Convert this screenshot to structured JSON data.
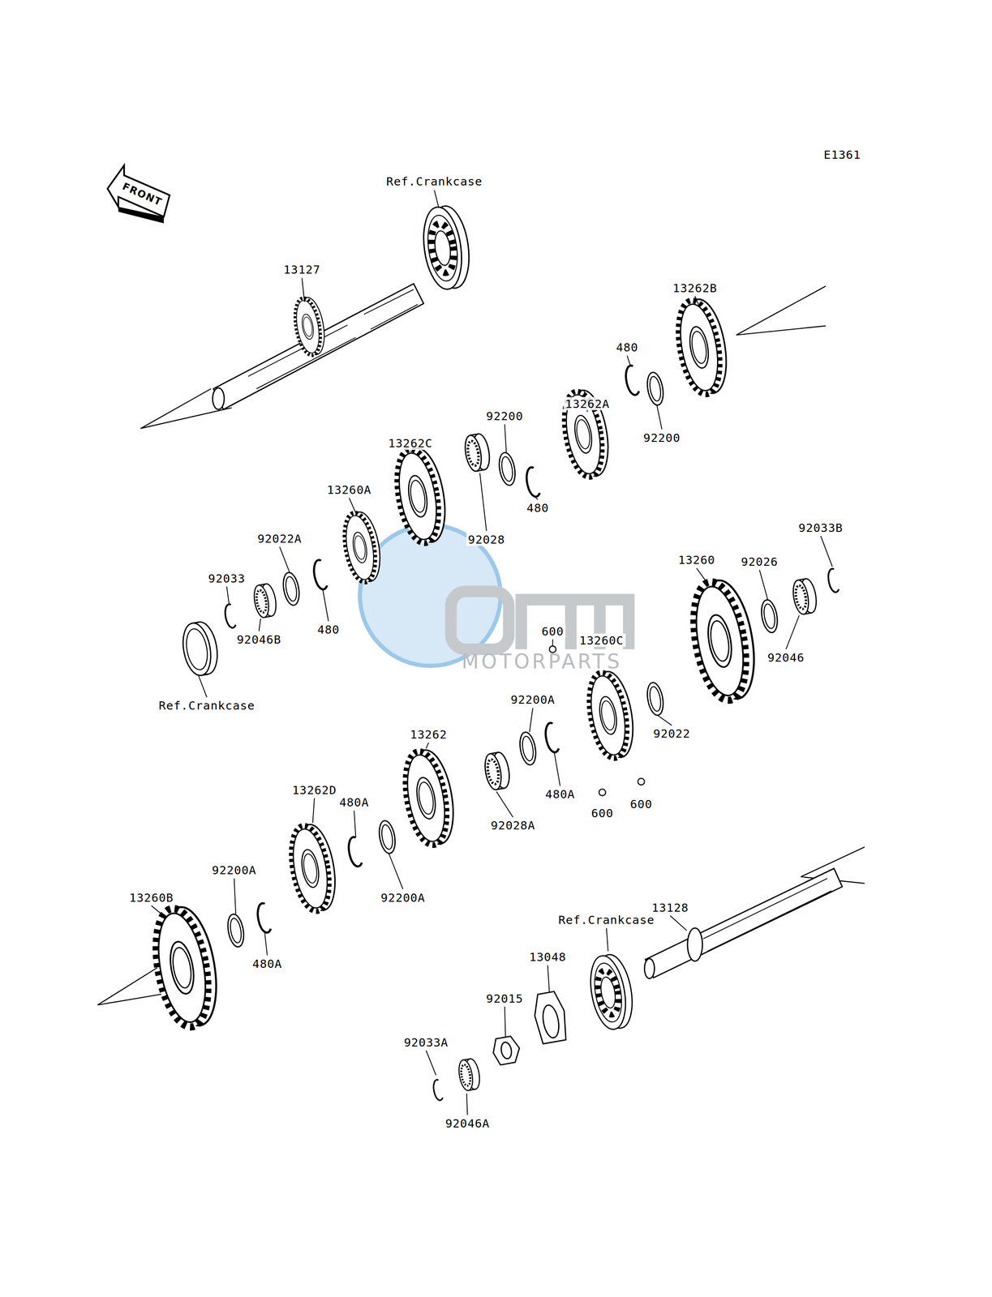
{
  "diagram": {
    "labels": [
      "E1361",
      "FRONT",
      "Ref.Crankcase",
      "13127",
      "13262B",
      "480",
      "13262A",
      "92200",
      "92200",
      "13262C",
      "13260A",
      "480",
      "92028",
      "92022A",
      "92033",
      "13260",
      "92026",
      "92033B",
      "600",
      "13260C",
      "480",
      "92046B",
      "92046",
      "Ref.Crankcase",
      "92200A",
      "92022",
      "13262",
      "13262D",
      "480A",
      "480A",
      "600",
      "600",
      "92028A",
      "92200A",
      "13260B",
      "92200A",
      "480A",
      "13128",
      "Ref.Crankcase",
      "13048",
      "92015",
      "92033A",
      "92046A",
      "MOTORPARTS"
    ]
  }
}
